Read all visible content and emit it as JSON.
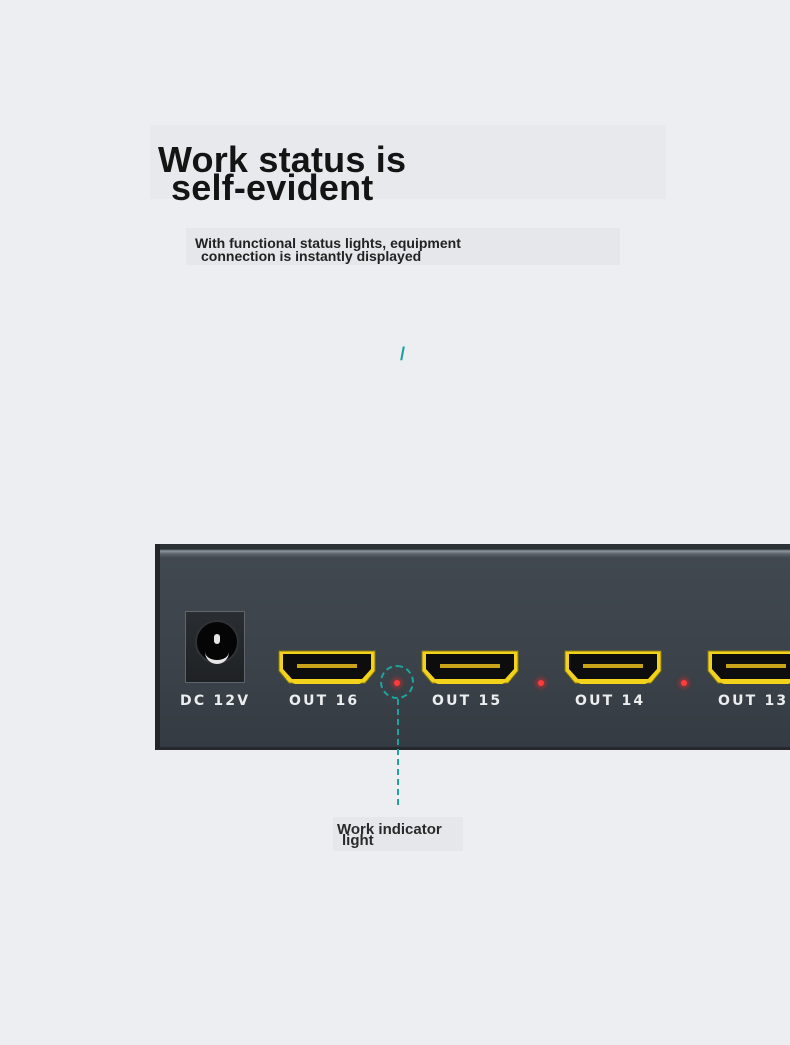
{
  "headline": {
    "line1": "Work status is",
    "line2": "self-evident"
  },
  "subheadline": {
    "line1": "With functional status lights, equipment",
    "line2": "connection is instantly displayed"
  },
  "decoration": {
    "slash": "/"
  },
  "device": {
    "power_label": "DC 12V",
    "ports": [
      {
        "label": "OUT 16"
      },
      {
        "label": "OUT 15"
      },
      {
        "label": "OUT 14"
      },
      {
        "label": "OUT 13"
      }
    ]
  },
  "callout": {
    "line1": "Work indicator",
    "line2": "light"
  },
  "colors": {
    "accent": "#20a39c",
    "led": "#ff3b3b",
    "port_frame": "#f2d21b",
    "background": "#edeef1"
  }
}
